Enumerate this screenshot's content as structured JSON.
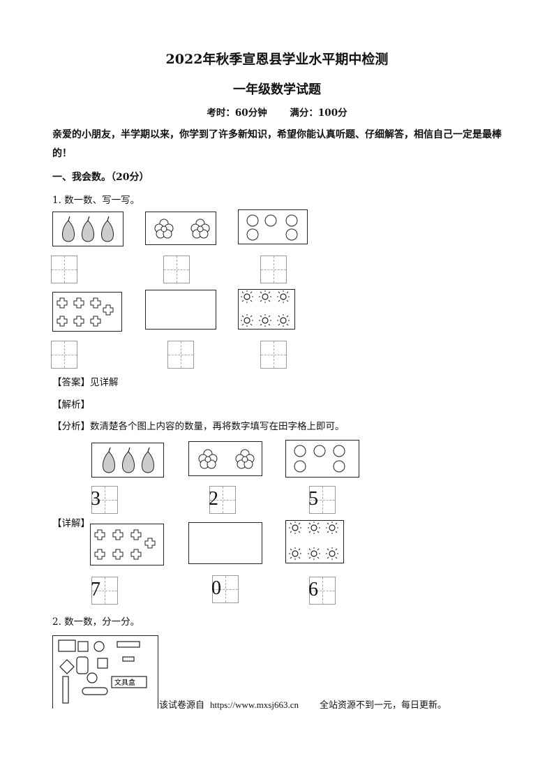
{
  "header": {
    "title": "2022年秋季宣恩县学业水平期中检测",
    "subtitle": "一年级数学试题",
    "time": "考时：60分钟",
    "score": "满分：100分"
  },
  "intro": "亲爱的小朋友，半学期以来，你学到了许多新知识，希望你能认真听题、仔细解答，相信自己一定是最棒的！",
  "section1": "一、我会数。（20分）",
  "q1": {
    "prompt": "1. 数一数、写一写。",
    "answer_tag": "【答案】",
    "answer_text": "见详解",
    "analysis_tag": "【解析】",
    "fenxi_tag": "【分析】",
    "fenxi_text": "数清楚各个图上内容的数量，再将数字填写在田字格上即可。",
    "detail_tag": "【详解】",
    "answers": [
      "3",
      "2",
      "5",
      "7",
      "0",
      "6"
    ]
  },
  "q2": {
    "prompt": "2. 数一数，分一分。",
    "box_label": "文具盒"
  },
  "footer": {
    "source": "该试卷源自",
    "url": "https://www.mxsj663.cn",
    "note": "全站资源不到一元，每日更新。"
  }
}
